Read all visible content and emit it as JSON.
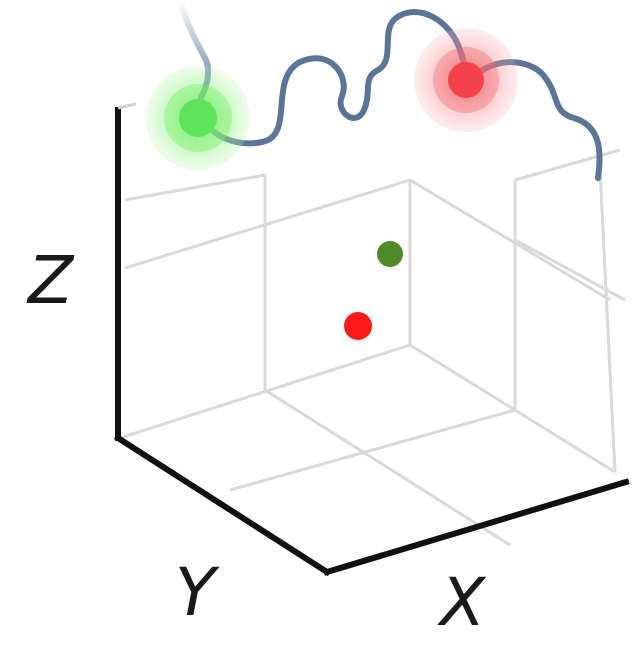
{
  "axes": {
    "x_label": "X",
    "y_label": "Y",
    "z_label": "Z"
  },
  "colors": {
    "green_marker": "#5fe35a",
    "red_marker": "#f2434c",
    "green_point": "#4f8a2a",
    "red_point": "#ff1a1a",
    "tether": "#5a7597",
    "axis_line": "#111111",
    "grid": "#d6d6d6"
  }
}
